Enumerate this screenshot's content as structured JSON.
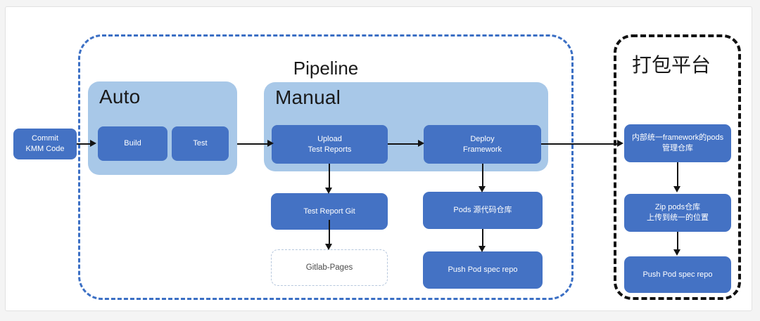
{
  "diagram": {
    "groups": {
      "pipeline": {
        "title": "Pipeline"
      },
      "platform": {
        "title": "打包平台"
      }
    },
    "stages": {
      "auto": {
        "label": "Auto"
      },
      "manual": {
        "label": "Manual"
      }
    },
    "nodes": {
      "commit": "Commit\nKMM Code",
      "build": "Build",
      "test": "Test",
      "upload_test_reports": "Upload\nTest Reports",
      "deploy_framework": "Deploy\nFramework",
      "test_report_git": "Test Report Git",
      "gitlab_pages": "Gitlab-Pages",
      "pods_source_repo": "Pods 源代码仓库",
      "push_pod_spec_repo_left": "Push Pod spec repo",
      "internal_framework_pods_repo": "内部统一framework的pods管理仓库",
      "zip_pods_upload": "Zip pods仓库\n上传到统一的位置",
      "push_pod_spec_repo_right": "Push Pod spec repo"
    },
    "colors": {
      "node_fill": "#4472c4",
      "stage_fill": "#a8c8e8",
      "pipeline_border": "#3b6fc4",
      "platform_border": "#111111",
      "connector": "#141414",
      "ghost_border": "#b6c7dd",
      "canvas": "#ffffff"
    }
  }
}
